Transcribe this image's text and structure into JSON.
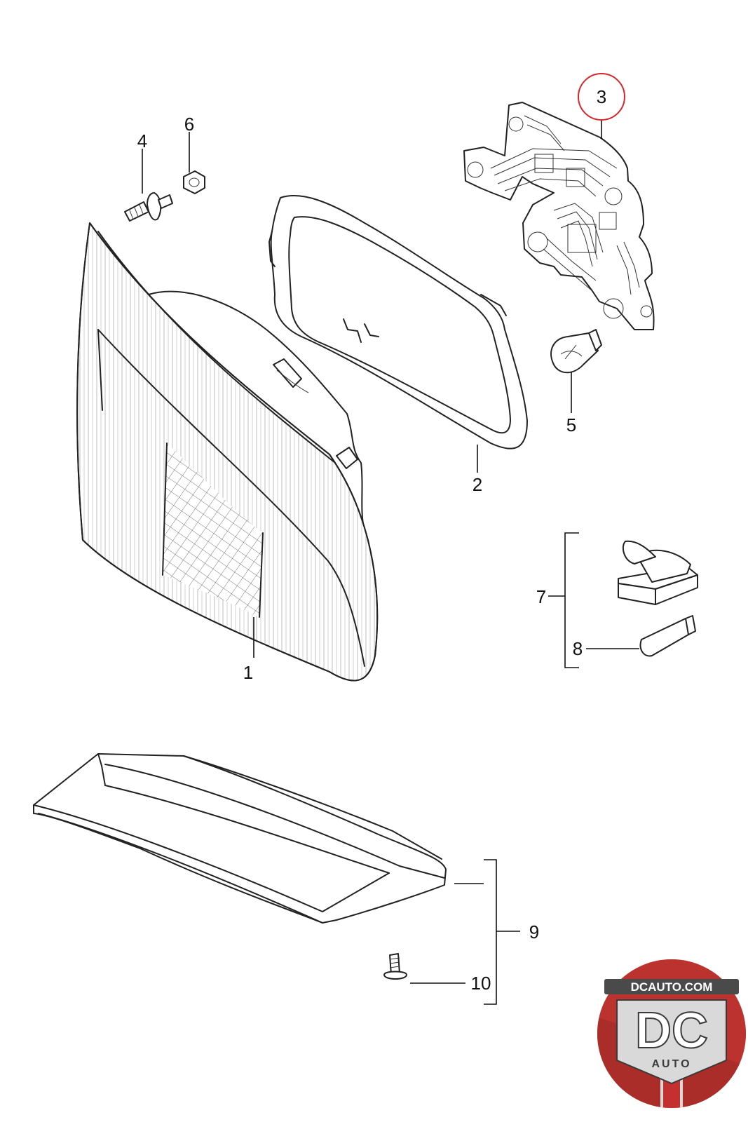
{
  "callouts": {
    "p1": "1",
    "p2": "2",
    "p3": "3",
    "p4": "4",
    "p5": "5",
    "p6": "6",
    "p7": "7",
    "p8": "8",
    "p9": "9",
    "p10": "10"
  },
  "highlight": {
    "part": "3",
    "color": "#d9262b"
  },
  "watermark": {
    "site": "DCAUTO.COM",
    "mark": "DC",
    "sub": "AUTO",
    "color": "#c8262c"
  }
}
